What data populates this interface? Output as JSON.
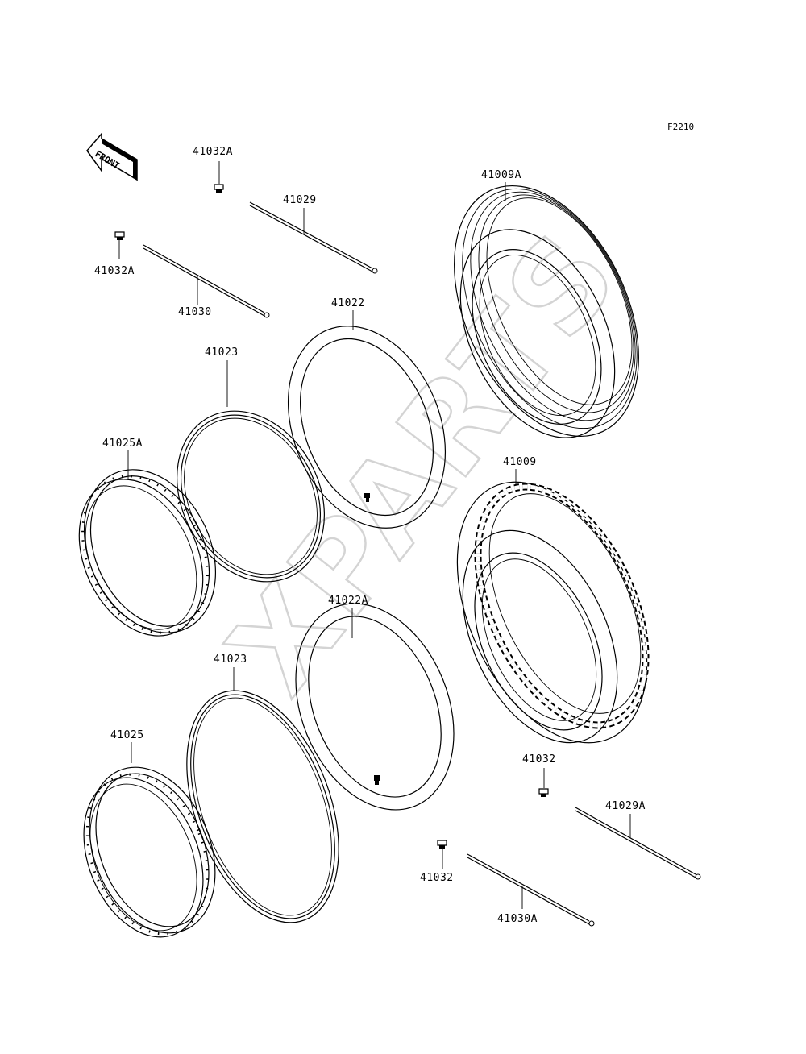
{
  "diagram": {
    "figure_code": "F2210",
    "orientation_label": "FRONT",
    "watermark": "XPARTS",
    "parts": {
      "p41032A_top": "41032A",
      "p41029": "41029",
      "p41009A": "41009A",
      "p41032A_left": "41032A",
      "p41030": "41030",
      "p41022": "41022",
      "p41023_top": "41023",
      "p41025A": "41025A",
      "p41009": "41009",
      "p41022A": "41022A",
      "p41023_bottom": "41023",
      "p41025": "41025",
      "p41032_right": "41032",
      "p41029A": "41029A",
      "p41032_bottom": "41032",
      "p41030A": "41030A"
    }
  }
}
